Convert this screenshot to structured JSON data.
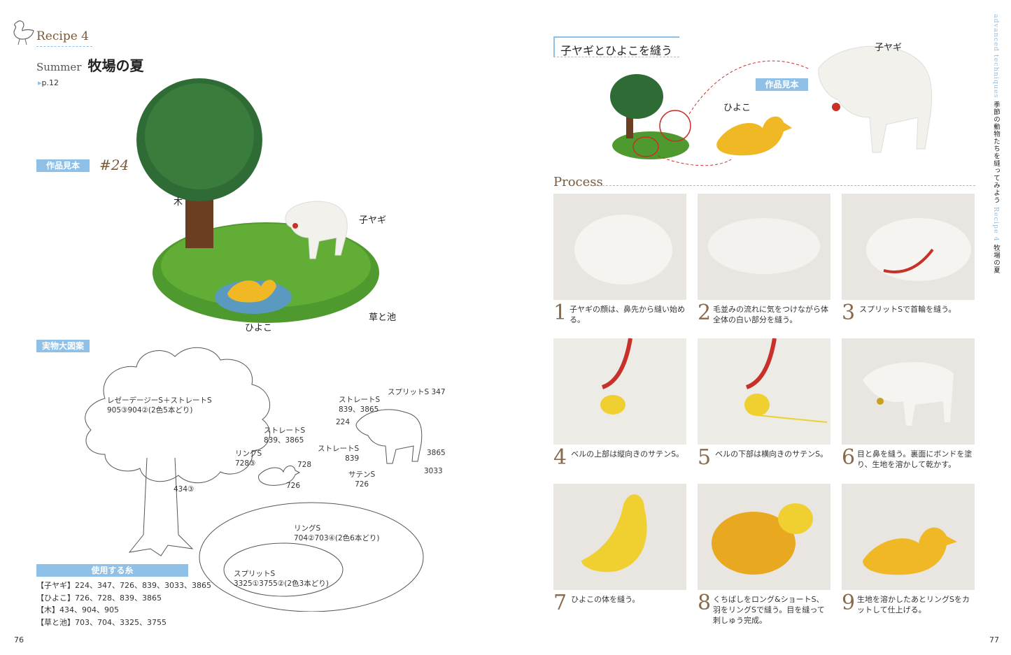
{
  "left_page": {
    "recipe_label": "Recipe 4",
    "season": "Summer",
    "title": "牧場の夏",
    "page_ref": "p.12",
    "sample_badge": "作品見本",
    "sample_number": "#24",
    "photo_labels": {
      "tree": "木",
      "goat": "子ヤギ",
      "grass_pond": "草と池",
      "chick": "ひよこ"
    },
    "pattern_badge": "実物大図案",
    "pattern_notes": {
      "tree_crown": [
        "レゼーデージーS＋ストレートS",
        "905③904②(2色5本どり)"
      ],
      "trunk": "434③",
      "chick_head": [
        "ストレートS",
        "839、3865"
      ],
      "chick_body": [
        "リングS",
        "728③"
      ],
      "chick_beak": "728",
      "chick_wing": "726",
      "goat_face": [
        "ストレートS",
        "839、3865"
      ],
      "goat_collar": "スプリットS 347",
      "goat_ear": "224",
      "goat_nose": [
        "ストレートS",
        "839"
      ],
      "goat_bell": [
        "サテンS",
        "726"
      ],
      "goat_body": "3865",
      "goat_hoof": "3033",
      "grass": [
        "リングS",
        "704②703④(2色6本どり)"
      ],
      "pond": [
        "スプリットS",
        "3325①3755②(2色3本どり)"
      ]
    },
    "threads_title": "使用する糸",
    "threads": [
      "【子ヤギ】224、347、726、839、3033、3865",
      "【ひよこ】726、728、839、3865",
      "【木】434、904、905",
      "【草と池】703、704、3325、3755"
    ],
    "page_number": "76"
  },
  "right_page": {
    "heading": "子ヤギとひよこを縫う",
    "sample_badge": "作品見本",
    "label_chick": "ひよこ",
    "label_goat": "子ヤギ",
    "process_title": "Process",
    "steps": [
      {
        "n": "1",
        "text": "子ヤギの顔は、鼻先から縫い始める。"
      },
      {
        "n": "2",
        "text": "毛並みの流れに気をつけながら体全体の白い部分を縫う。"
      },
      {
        "n": "3",
        "text": "スプリットSで首輪を縫う。"
      },
      {
        "n": "4",
        "text": "ベルの上部は縦向きのサテンS。"
      },
      {
        "n": "5",
        "text": "ベルの下部は横向きのサテンS。"
      },
      {
        "n": "6",
        "text": "目と鼻を縫う。裏面にボンドを塗り、生地を溶かして乾かす。"
      },
      {
        "n": "7",
        "text": "ひよこの体を縫う。"
      },
      {
        "n": "8",
        "text": "くちばしをロング&ショートS、羽をリングSで縫う。目を縫って刺しゅう完成。"
      },
      {
        "n": "9",
        "text": "生地を溶かしたあとリングSをカットして仕上げる。"
      }
    ],
    "side_en": "advanced techniques",
    "side_jp": "季節の動物たちを縫ってみよう",
    "side_recipe": "Recipe 4",
    "side_title": "牧場の夏",
    "page_number": "77"
  },
  "colors": {
    "accent_blue": "#8ec0e8",
    "brown": "#8a6a4a",
    "tree_green": "#2f6b35",
    "grass_green": "#4f9a2e",
    "chick_yellow": "#f0b825",
    "collar_red": "#c8302a"
  }
}
